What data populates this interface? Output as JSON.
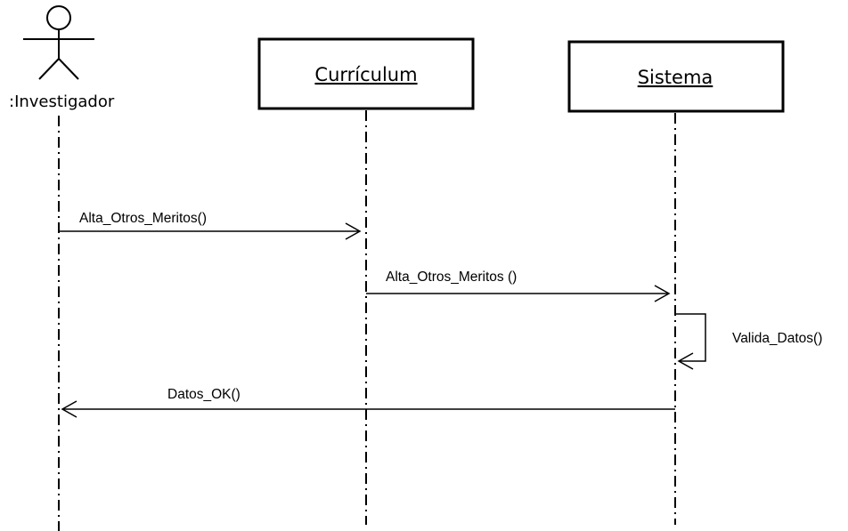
{
  "actor": {
    "label": ":Investigador",
    "icon": "stick-figure-icon"
  },
  "participants": [
    {
      "id": "curriculum",
      "label": "Currículum"
    },
    {
      "id": "sistema",
      "label": "Sistema"
    }
  ],
  "messages": [
    {
      "id": "alta-otros-meritos-1",
      "label": "Alta_Otros_Meritos()",
      "from": "actor",
      "to": "curriculum"
    },
    {
      "id": "alta-otros-meritos-2",
      "label": "Alta_Otros_Meritos ()",
      "from": "curriculum",
      "to": "sistema"
    },
    {
      "id": "valida-datos",
      "label": "Valida_Datos()",
      "from": "sistema",
      "to": "sistema"
    },
    {
      "id": "datos-ok",
      "label": "Datos_OK()",
      "from": "sistema",
      "to": "actor"
    }
  ]
}
